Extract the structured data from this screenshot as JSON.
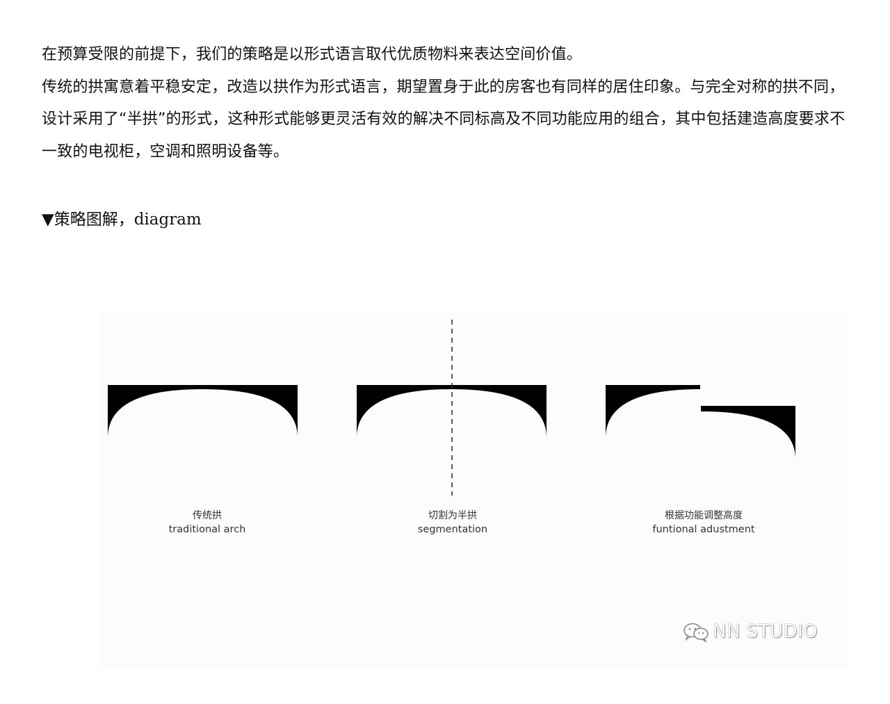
{
  "article": {
    "paragraphs": [
      "在预算受限的前提下，我们的策略是以形式语言取代优质物料来表达空间价值。",
      "传统的拱寓意着平稳安定，改造以拱作为形式语言，期望置身于此的房客也有同样的居住印象。与完全对称的拱不同，设计采用了“半拱”的形式，这种形式能够更灵活有效的解决不同标高及不同功能应用的组合，其中包括建造高度要求不一致的电视柜，空调和照明设备等。"
    ],
    "caption": "▼策略图解，diagram"
  },
  "diagram": {
    "items": [
      {
        "label_zh": "传统拱",
        "label_en": "traditional arch"
      },
      {
        "label_zh": "切割为半拱",
        "label_en": "segmentation"
      },
      {
        "label_zh": "根据功能调整高度",
        "label_en": "funtional adustment"
      }
    ],
    "fill_color": "#000000",
    "divider_color": "#333333",
    "watermark": {
      "icon": "wechat-icon",
      "text": "NN STUDIO"
    }
  }
}
